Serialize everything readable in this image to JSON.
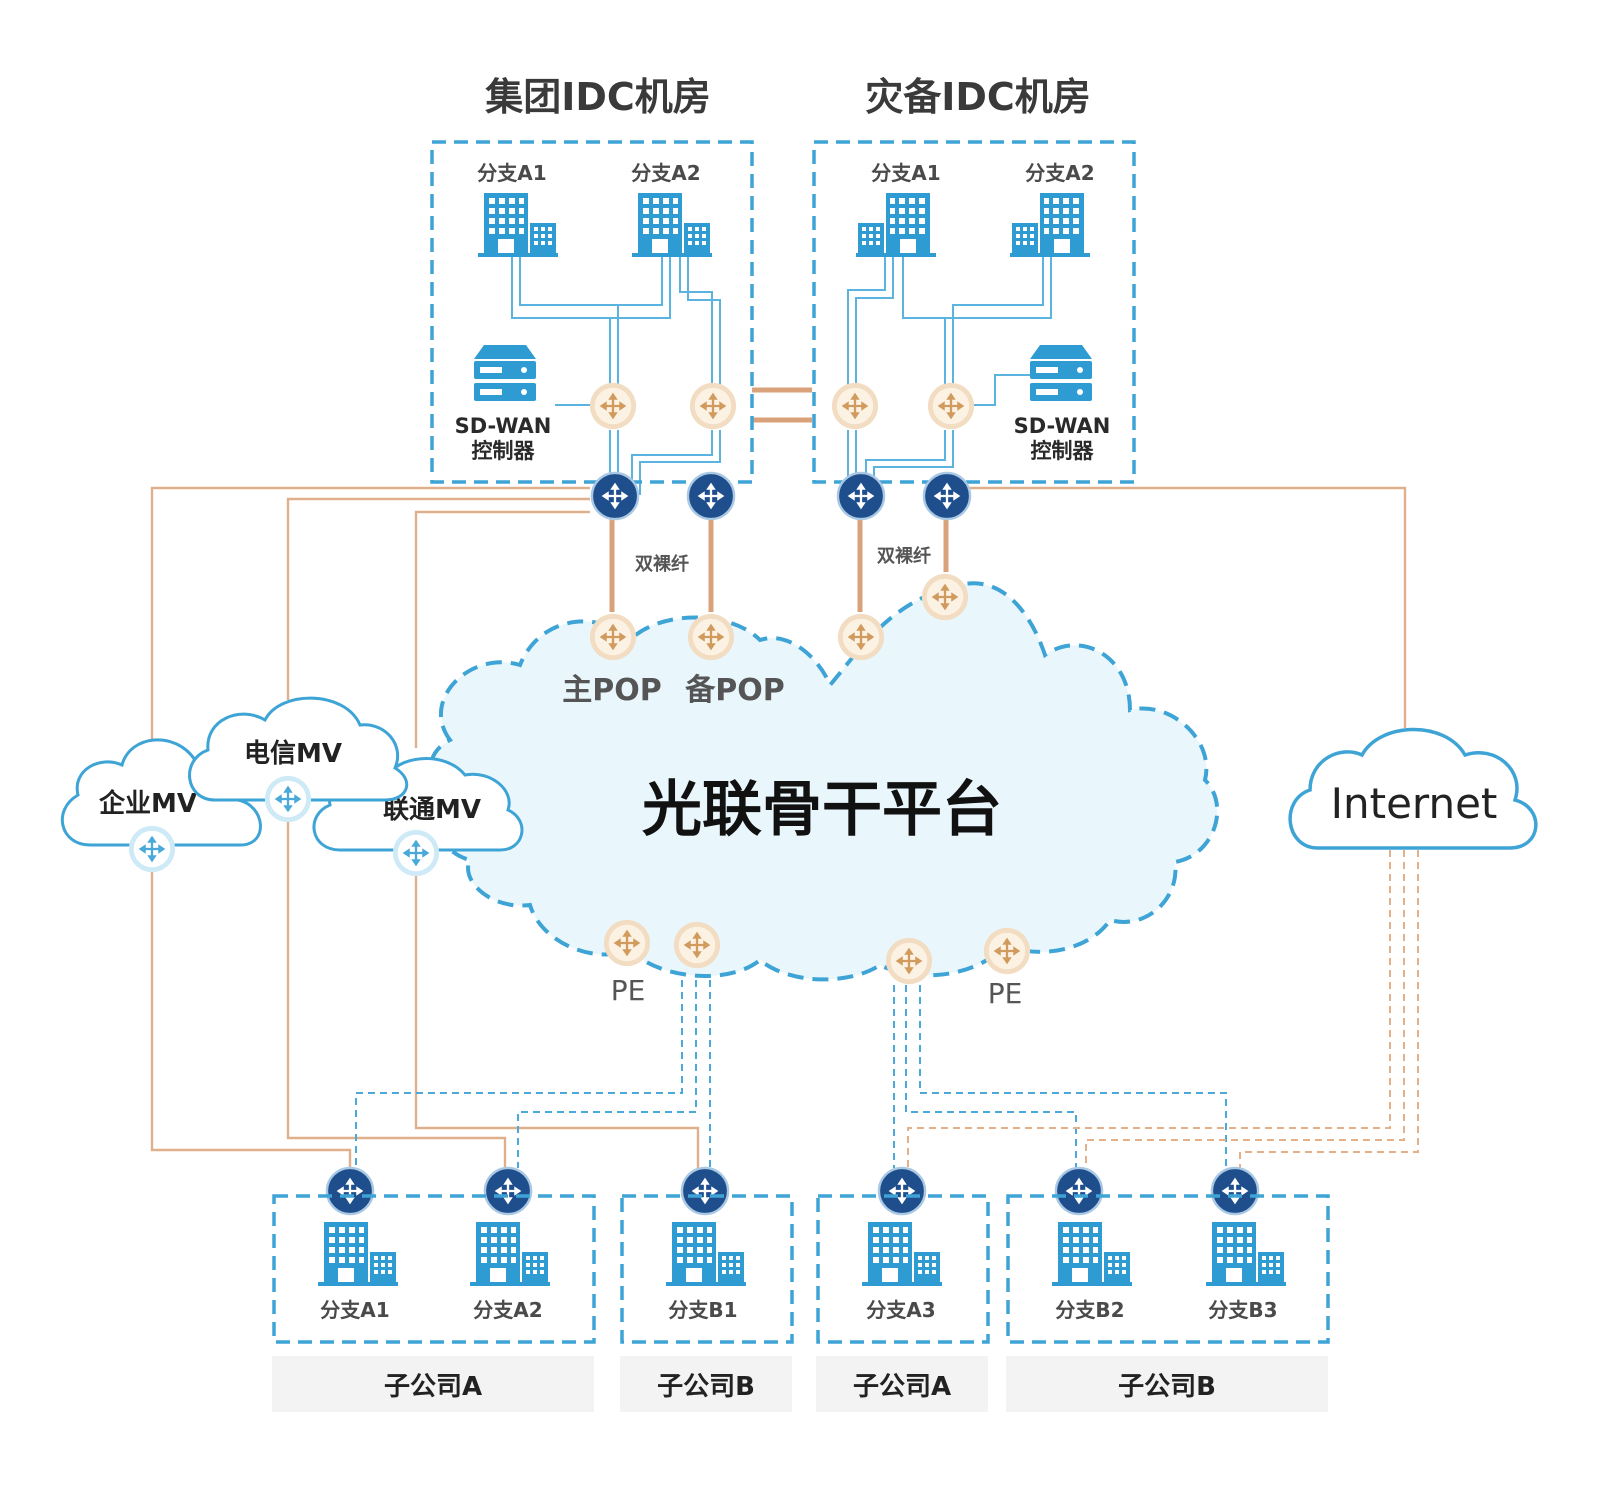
{
  "datacenters": {
    "group": {
      "title": "集团IDC机房",
      "branch1": "分支A1",
      "branch2": "分支A2",
      "controller_line1": "SD-WAN",
      "controller_line2": "控制器"
    },
    "dr": {
      "title": "灾备IDC机房",
      "branch1": "分支A1",
      "branch2": "分支A2",
      "controller_line1": "SD-WAN",
      "controller_line2": "控制器"
    }
  },
  "links": {
    "fiber_left": "双裸纤",
    "fiber_right": "双裸纤"
  },
  "pops": {
    "primary": "主POP",
    "backup": "备POP"
  },
  "backbone": {
    "name": "光联骨干平台",
    "pe_left": "PE",
    "pe_right": "PE"
  },
  "clouds": {
    "enterprise": "企业MV",
    "telecom": "电信MV",
    "unicom": "联通MV",
    "internet": "Internet"
  },
  "branches": [
    "分支A1",
    "分支A2",
    "分支B1",
    "分支A3",
    "分支B2",
    "分支B3"
  ],
  "subsidiaries": [
    "子公司A",
    "子公司B",
    "子公司A",
    "子公司B"
  ],
  "colors": {
    "blue": "#3ea4d6",
    "orange": "#d9a27a",
    "router_navy": "#1f4e8c",
    "cloud_fill": "#e9f7fd"
  }
}
